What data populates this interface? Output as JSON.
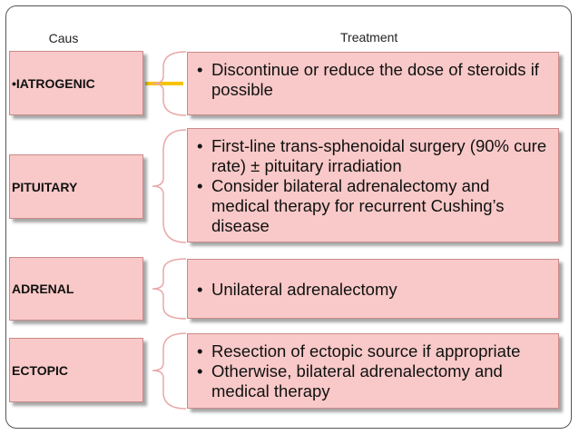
{
  "headers": {
    "cause": "Caus\ne",
    "treatment": "Treatment"
  },
  "rows": [
    {
      "cause": "•IATROGENIC",
      "treatments": [
        "Discontinue or reduce the dose of steroids if possible"
      ]
    },
    {
      "cause": "PITUITARY",
      "treatments": [
        "First-line trans-sphenoidal surgery (90% cure rate) ± pituitary irradiation",
        "Consider bilateral adrenalectomy and medical therapy for recurrent Cushing’s disease"
      ]
    },
    {
      "cause": "ADRENAL",
      "treatments": [
        "Unilateral adrenalectomy"
      ]
    },
    {
      "cause": "ECTOPIC",
      "treatments": [
        "Resection of ectopic source if appropriate",
        "Otherwise, bilateral adrenalectomy and medical therapy"
      ]
    }
  ],
  "colors": {
    "box_fill": "#f8c9c8",
    "brace": "#e9a8a7",
    "connector": "#f5c400"
  }
}
